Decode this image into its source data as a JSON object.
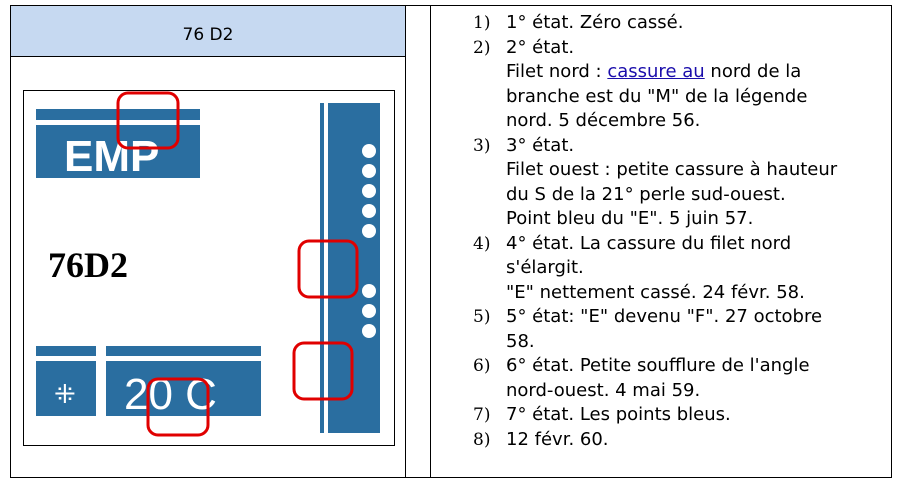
{
  "header": {
    "title": "76 D2"
  },
  "image": {
    "label": "76D2",
    "stamp_text_top": "EMP",
    "stamp_text_bottom": "20 C",
    "ink_color": "#2a6ea0",
    "marker_color": "#e00000"
  },
  "states": [
    {
      "num": "1)",
      "lines": [
        "1° état. Zéro cassé."
      ]
    },
    {
      "num": "2)",
      "lines": [
        "2° état."
      ],
      "link_prefix": "Filet nord : ",
      "link": "cassure au",
      "link_suffix": " nord de la",
      "cont": [
        "branche est du \"M\" de la légende",
        "nord. 5 décembre 56."
      ]
    },
    {
      "num": "3)",
      "lines": [
        "3° état.",
        "Filet ouest : petite cassure à hauteur",
        "du S de la 21° perle sud-ouest.",
        "Point bleu du \"E\". 5 juin 57."
      ]
    },
    {
      "num": "4)",
      "lines": [
        "4° état. La cassure du filet nord",
        "s'élargit.",
        "\"E\" nettement cassé. 24 févr. 58."
      ]
    },
    {
      "num": "5)",
      "lines": [
        "5° état: \"E\" devenu \"F\". 27 octobre",
        "58."
      ]
    },
    {
      "num": "6)",
      "lines": [
        "6° état. Petite soufflure de l'angle",
        "nord-ouest. 4 mai 59."
      ]
    },
    {
      "num": "7)",
      "lines": [
        "7° état. Les points bleus."
      ]
    },
    {
      "num": "8)",
      "lines": [
        "12 févr. 60."
      ]
    }
  ]
}
